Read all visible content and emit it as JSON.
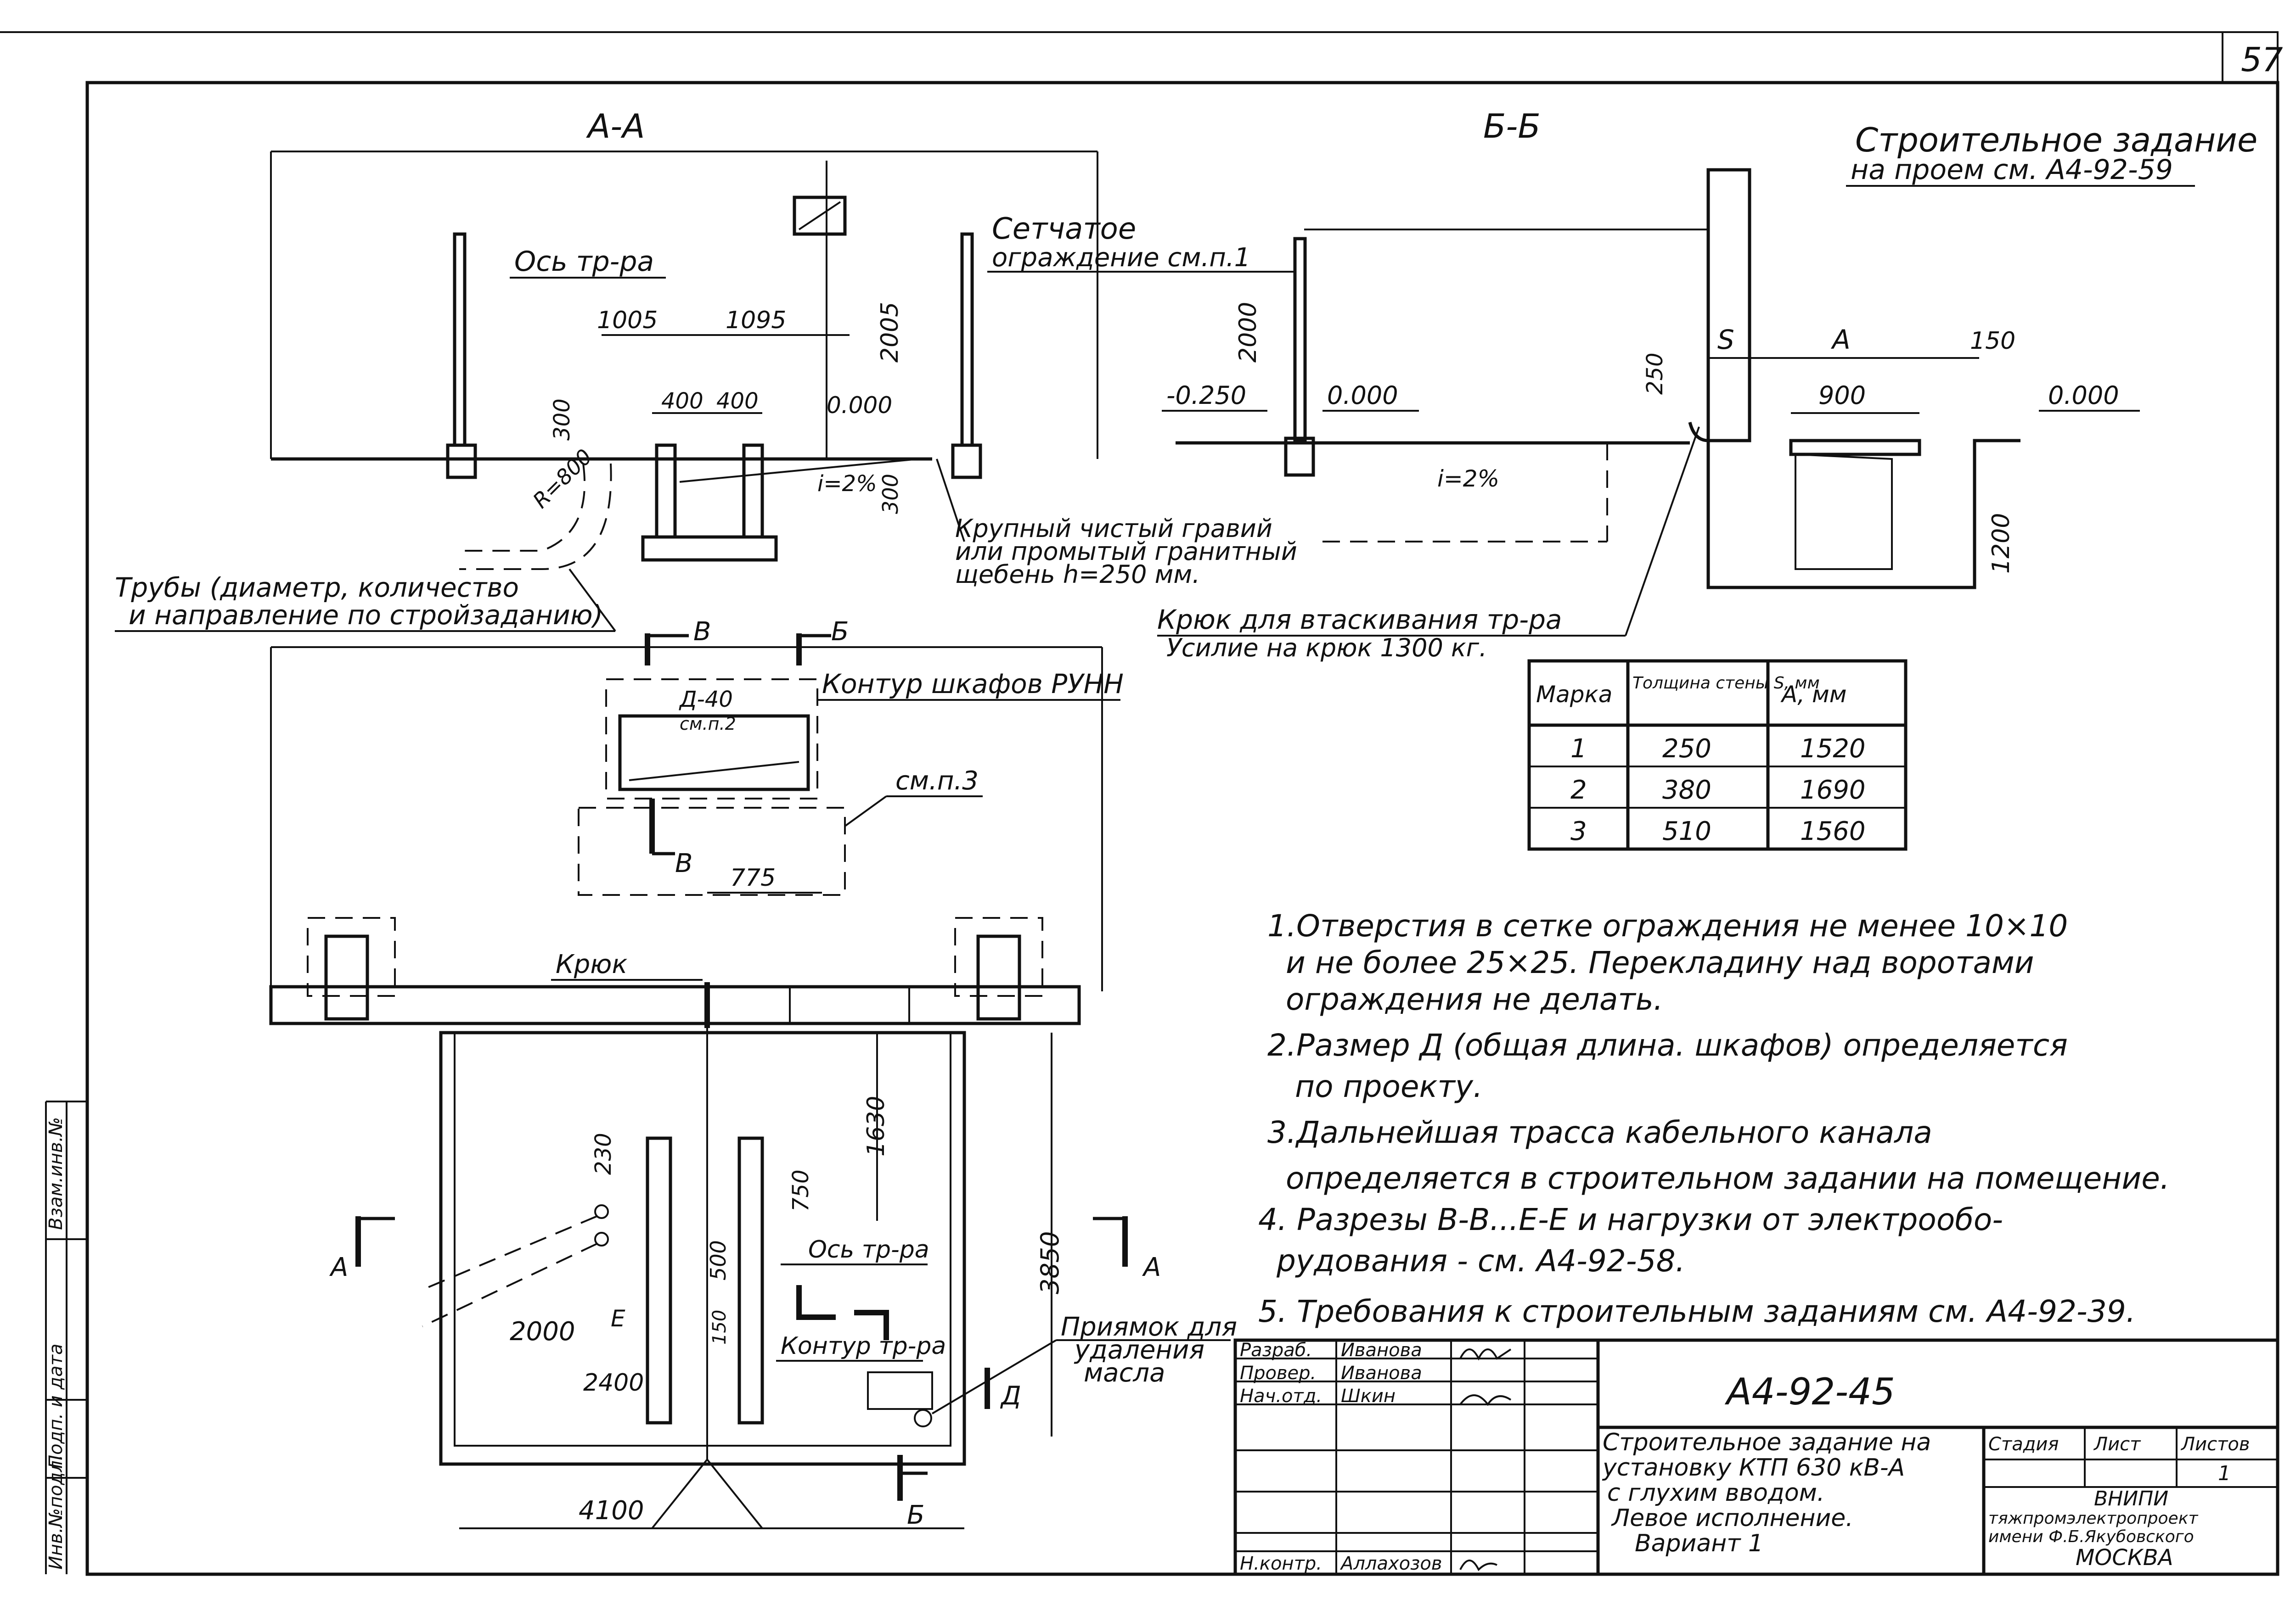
{
  "sheet": {
    "page_number": "57",
    "drawing_code": "А4-92-45"
  },
  "section_aa": {
    "title": "А-А",
    "axis_label": "Ось тр-ра",
    "dims": [
      "1005",
      "1095",
      "400",
      "400",
      "300",
      "R=800",
      "2005",
      "0.000",
      "i=2%",
      "300"
    ],
    "fence_label_1": "Сетчатое",
    "fence_label_2": "ограждение см.п.1",
    "gravel_1": "Крупный чистый гравий",
    "gravel_2": "или промытый гранитный",
    "gravel_3": "щебень h=250 мм.",
    "pipes_1": "Трубы (диаметр, количество",
    "pipes_2": "и направление по стройзаданию)"
  },
  "section_bb": {
    "title": "Б-Б",
    "task_1": "Строительное задание",
    "task_2": "на проем см. А4-92-59",
    "dims": [
      "2000",
      "-0.250",
      "0.000",
      "i=2%",
      "250",
      "S",
      "А",
      "150",
      "900",
      "0.000",
      "1200"
    ],
    "hook_1": "Крюк для втаскивания тр-ра",
    "hook_2": "Усилие на крюк 1300 кг."
  },
  "wall_table": {
    "headers": [
      "Марка",
      "Толщина стены S, мм",
      "А, мм"
    ],
    "rows": [
      [
        "1",
        "250",
        "1520"
      ],
      [
        "2",
        "380",
        "1690"
      ],
      [
        "3",
        "510",
        "1560"
      ]
    ]
  },
  "plan": {
    "cut_v": "В",
    "cut_b": "Б",
    "cut_a": "А",
    "cut_d": "Д",
    "cut_e": "Е",
    "cabinets": "Контур шкафов РУНН",
    "d40": "Д-40",
    "see_p2": "см.п.2",
    "see_p3": "см.п.3",
    "dim_775": "775",
    "hook": "Крюк",
    "axis": "Ось тр-ра",
    "contour": "Контур тр-ра",
    "oil_1": "Приямок для",
    "oil_2": "удаления",
    "oil_3": "масла",
    "dims": [
      "230",
      "750",
      "1630",
      "3850",
      "500",
      "2000",
      "2400",
      "4100",
      "150"
    ]
  },
  "notes": [
    "1.Отверстия в сетке ограждения не менее 10×10",
    "и не более 25×25. Перекладину над воротами",
    "ограждения не делать.",
    "2.Размер Д (общая длина. шкафов) определяется",
    "по проекту.",
    "3.Дальнейшая трасса кабельного канала",
    "определяется в строительном задании на помещение.",
    "4. Разрезы В-В...Е-Е и нагрузки от электрообо-",
    "рудования - см. А4-92-58.",
    "5. Требования к строительным заданиям см. А4-92-39."
  ],
  "stamp": {
    "roles": [
      [
        "Разраб.",
        "Иванова"
      ],
      [
        "Провер.",
        "Иванова"
      ],
      [
        "Нач.отд.",
        "Шкин"
      ],
      [
        "Н.контр.",
        "Аллахозов"
      ]
    ],
    "code": "А4-92-45",
    "desc": [
      "Строительное задание на",
      "установку КТП 630 кВ-А",
      "с глухим вводом.",
      "Левое исполнение.",
      "Вариант 1"
    ],
    "stage_h": "Стадия",
    "sheet_h": "Лист",
    "sheets_h": "Листов",
    "sheets_v": "1",
    "org": [
      "ВНИПИ",
      "тяжпромэлектропроект",
      "имени Ф.Б.Якубовского",
      "МОСКВА"
    ]
  },
  "side_strip": [
    "Инв.№подл.",
    "Подп. и дата",
    "Взам.инв.№"
  ]
}
